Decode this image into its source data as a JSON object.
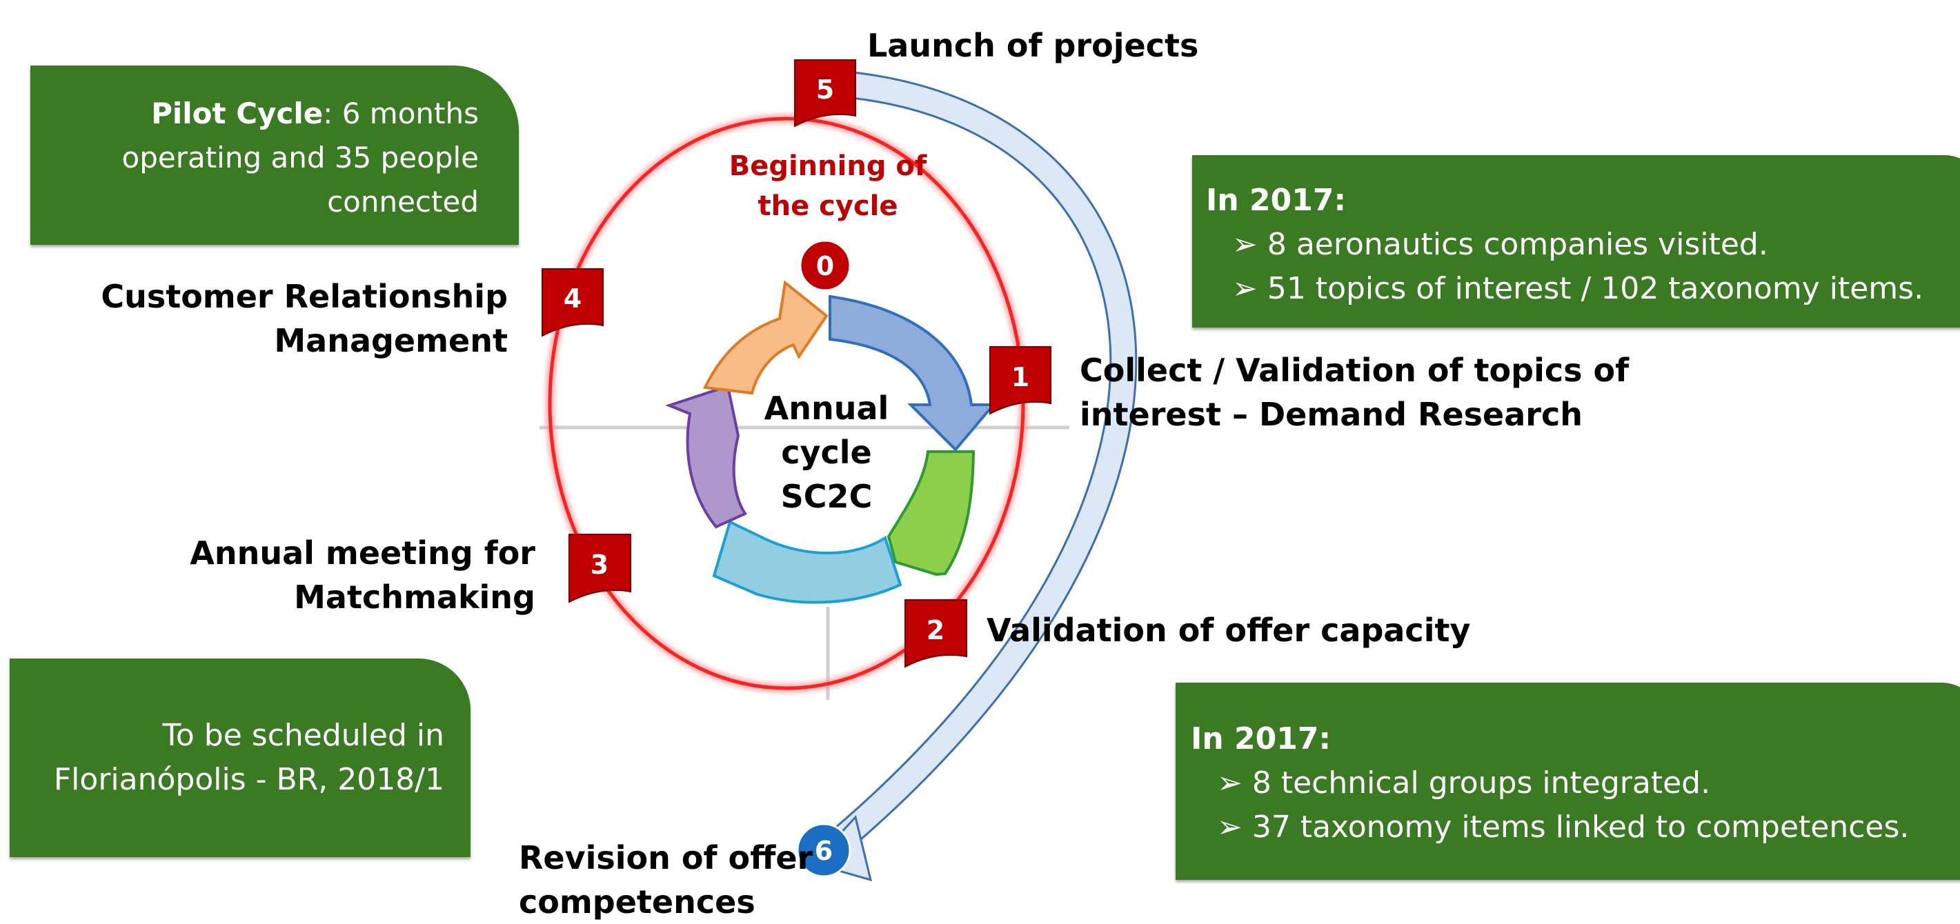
{
  "center": {
    "line1": "Annual",
    "line2": "cycle",
    "line3": "SC2C"
  },
  "cycle_start": {
    "line1": "Beginning of",
    "line2": "the cycle"
  },
  "markers": {
    "m0": "0",
    "m1": "1",
    "m2": "2",
    "m3": "3",
    "m4": "4",
    "m5": "5",
    "m6": "6"
  },
  "steps": {
    "s1": {
      "line1": "Collect / Validation of topics of",
      "line2": "interest – Demand Research"
    },
    "s2": {
      "line1": "Validation of offer capacity"
    },
    "s3": {
      "line1": "Annual meeting for",
      "line2": "Matchmaking"
    },
    "s4": {
      "line1": "Customer Relationship",
      "line2": "Management"
    },
    "s5": {
      "line1": "Launch of projects"
    },
    "s6": {
      "line1": "Revision of offer",
      "line2": "competences"
    }
  },
  "boxes": {
    "pilot": {
      "bold": "Pilot Cycle",
      "rest": ": 6 months",
      "line2": "operating and 35 people",
      "line3": "connected"
    },
    "demand": {
      "title": "In 2017:",
      "b1": "➢ 8 aeronautics companies visited.",
      "b2": "➢ 51 topics of interest / 102 taxonomy items."
    },
    "schedule": {
      "line1": "To be scheduled in",
      "line2": "Florianópolis - BR, 2018/1"
    },
    "offer": {
      "title": "In 2017:",
      "b1": "➢ 8 technical groups integrated.",
      "b2": "➢ 37 taxonomy items linked to competences."
    }
  },
  "colors": {
    "box_green": "#3a7a23",
    "ring_red": "#ff2a2a",
    "marker_red": "#c00000",
    "marker_blue": "#1a6fc4"
  }
}
